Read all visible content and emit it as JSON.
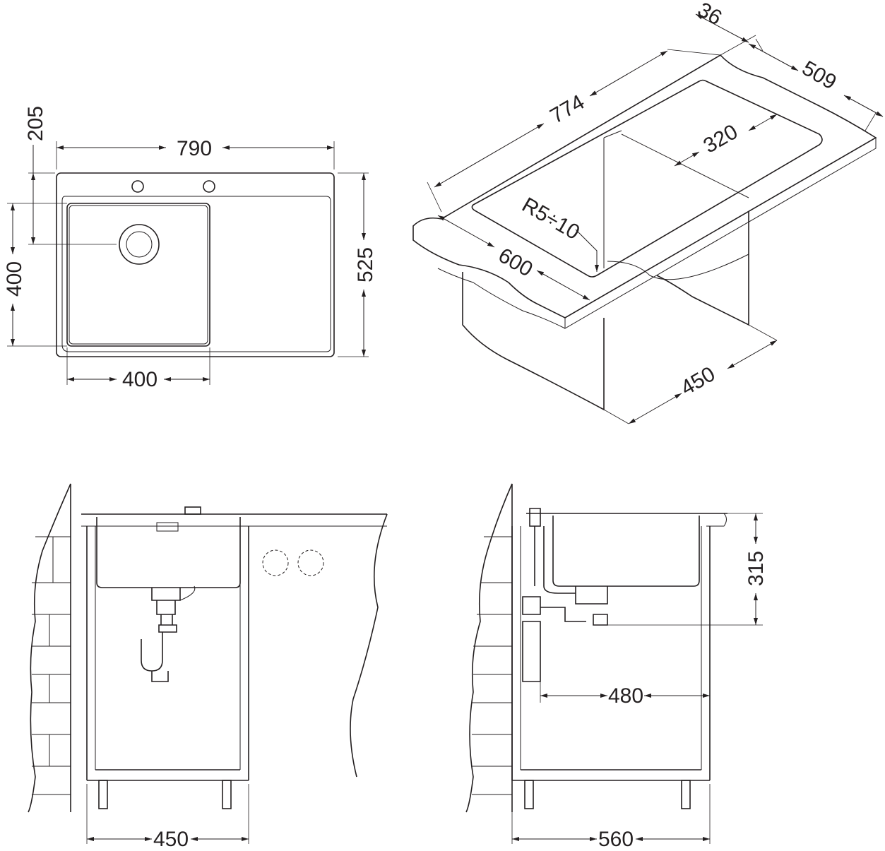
{
  "plan_view": {
    "width": "790",
    "tap_offset": "205",
    "bowl_height": "400",
    "depth": "525",
    "bowl_width": "400"
  },
  "iso_view": {
    "length": "774",
    "thickness": "36",
    "depth_right": "509",
    "drainer_width": "320",
    "radius": "R5÷10",
    "bowl_depth": "600",
    "cabinet": "450"
  },
  "front_view": {
    "cabinet_width": "450"
  },
  "side_view": {
    "height": "315",
    "distance": "480",
    "cabinet_depth": "560"
  },
  "colors": {
    "line": "#231f20",
    "background": "#ffffff"
  }
}
